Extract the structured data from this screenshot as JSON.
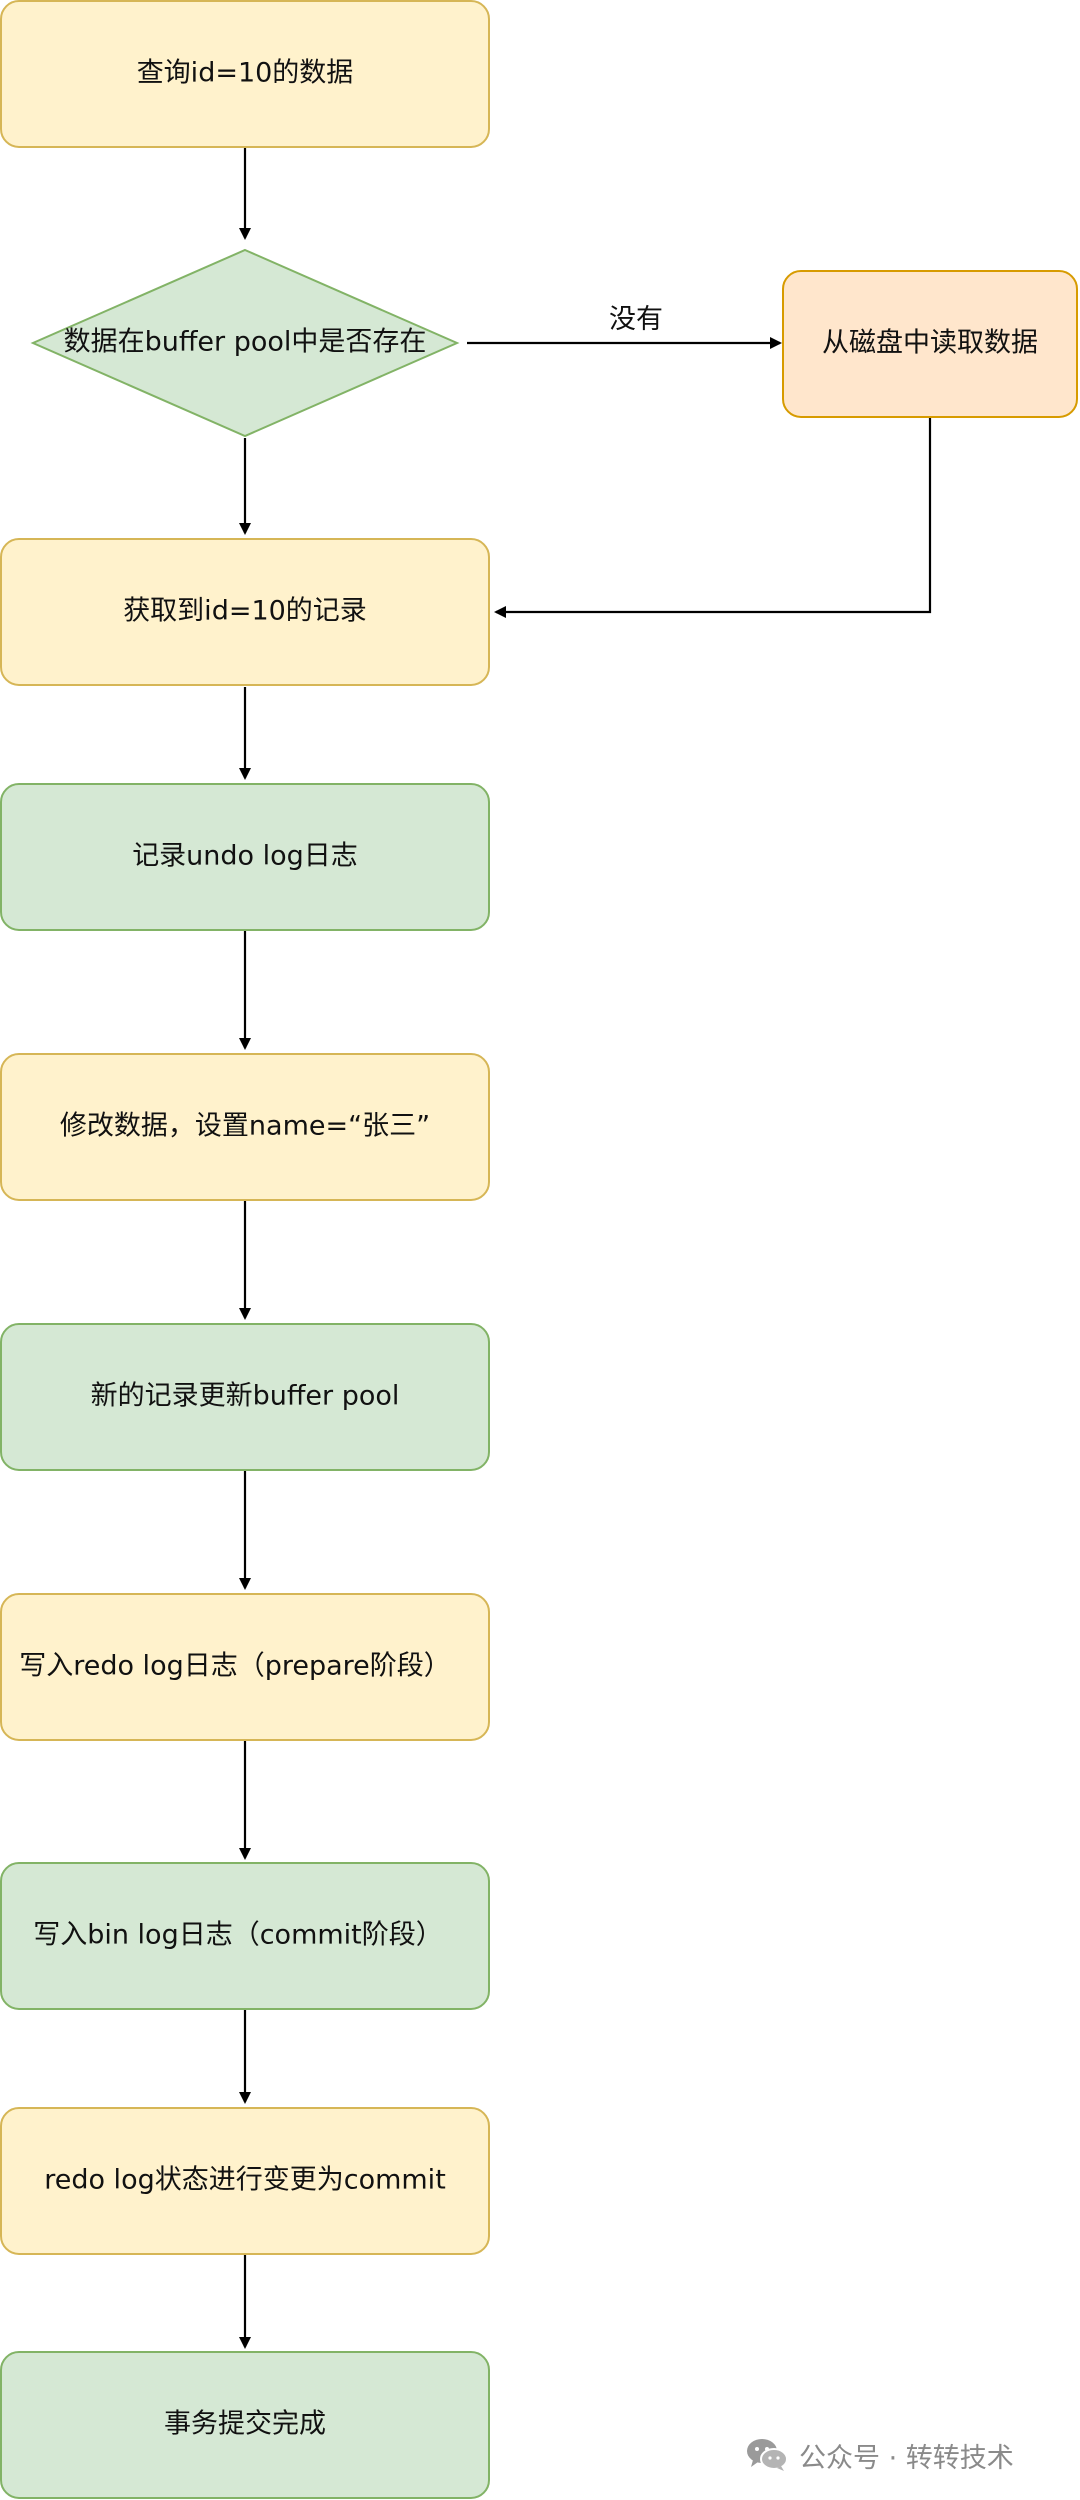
{
  "nodes": {
    "query": {
      "label": "查询id=10的数据",
      "fill": "#fff2cc",
      "stroke": "#d6b656"
    },
    "check": {
      "label": "数据在buffer pool中是否存在",
      "fill": "#d5e8d4",
      "stroke": "#82b366"
    },
    "disk": {
      "label": "从磁盘中读取数据",
      "fill": "#ffe6cc",
      "stroke": "#d79b00"
    },
    "got_record": {
      "label": "获取到id=10的记录",
      "fill": "#fff2cc",
      "stroke": "#d6b656"
    },
    "undo_log": {
      "label": "记录undo log日志",
      "fill": "#d5e8d4",
      "stroke": "#82b366"
    },
    "modify": {
      "label": "修改数据，设置name=“张三”",
      "fill": "#fff2cc",
      "stroke": "#d6b656"
    },
    "update_pool": {
      "label": "新的记录更新buffer pool",
      "fill": "#d5e8d4",
      "stroke": "#82b366"
    },
    "redo_prepare": {
      "label": "写入redo log日志（prepare阶段）",
      "fill": "#fff2cc",
      "stroke": "#d6b656"
    },
    "binlog": {
      "label": "写入bin log日志（commit阶段）",
      "fill": "#d5e8d4",
      "stroke": "#82b366"
    },
    "redo_commit": {
      "label": "redo log状态进行变更为commit",
      "fill": "#fff2cc",
      "stroke": "#d6b656"
    },
    "done": {
      "label": "事务提交完成",
      "fill": "#d5e8d4",
      "stroke": "#82b366"
    }
  },
  "edges": {
    "no_label": "没有"
  },
  "watermark": {
    "text": "公众号 · 转转技术",
    "icon": "wechat-icon"
  }
}
